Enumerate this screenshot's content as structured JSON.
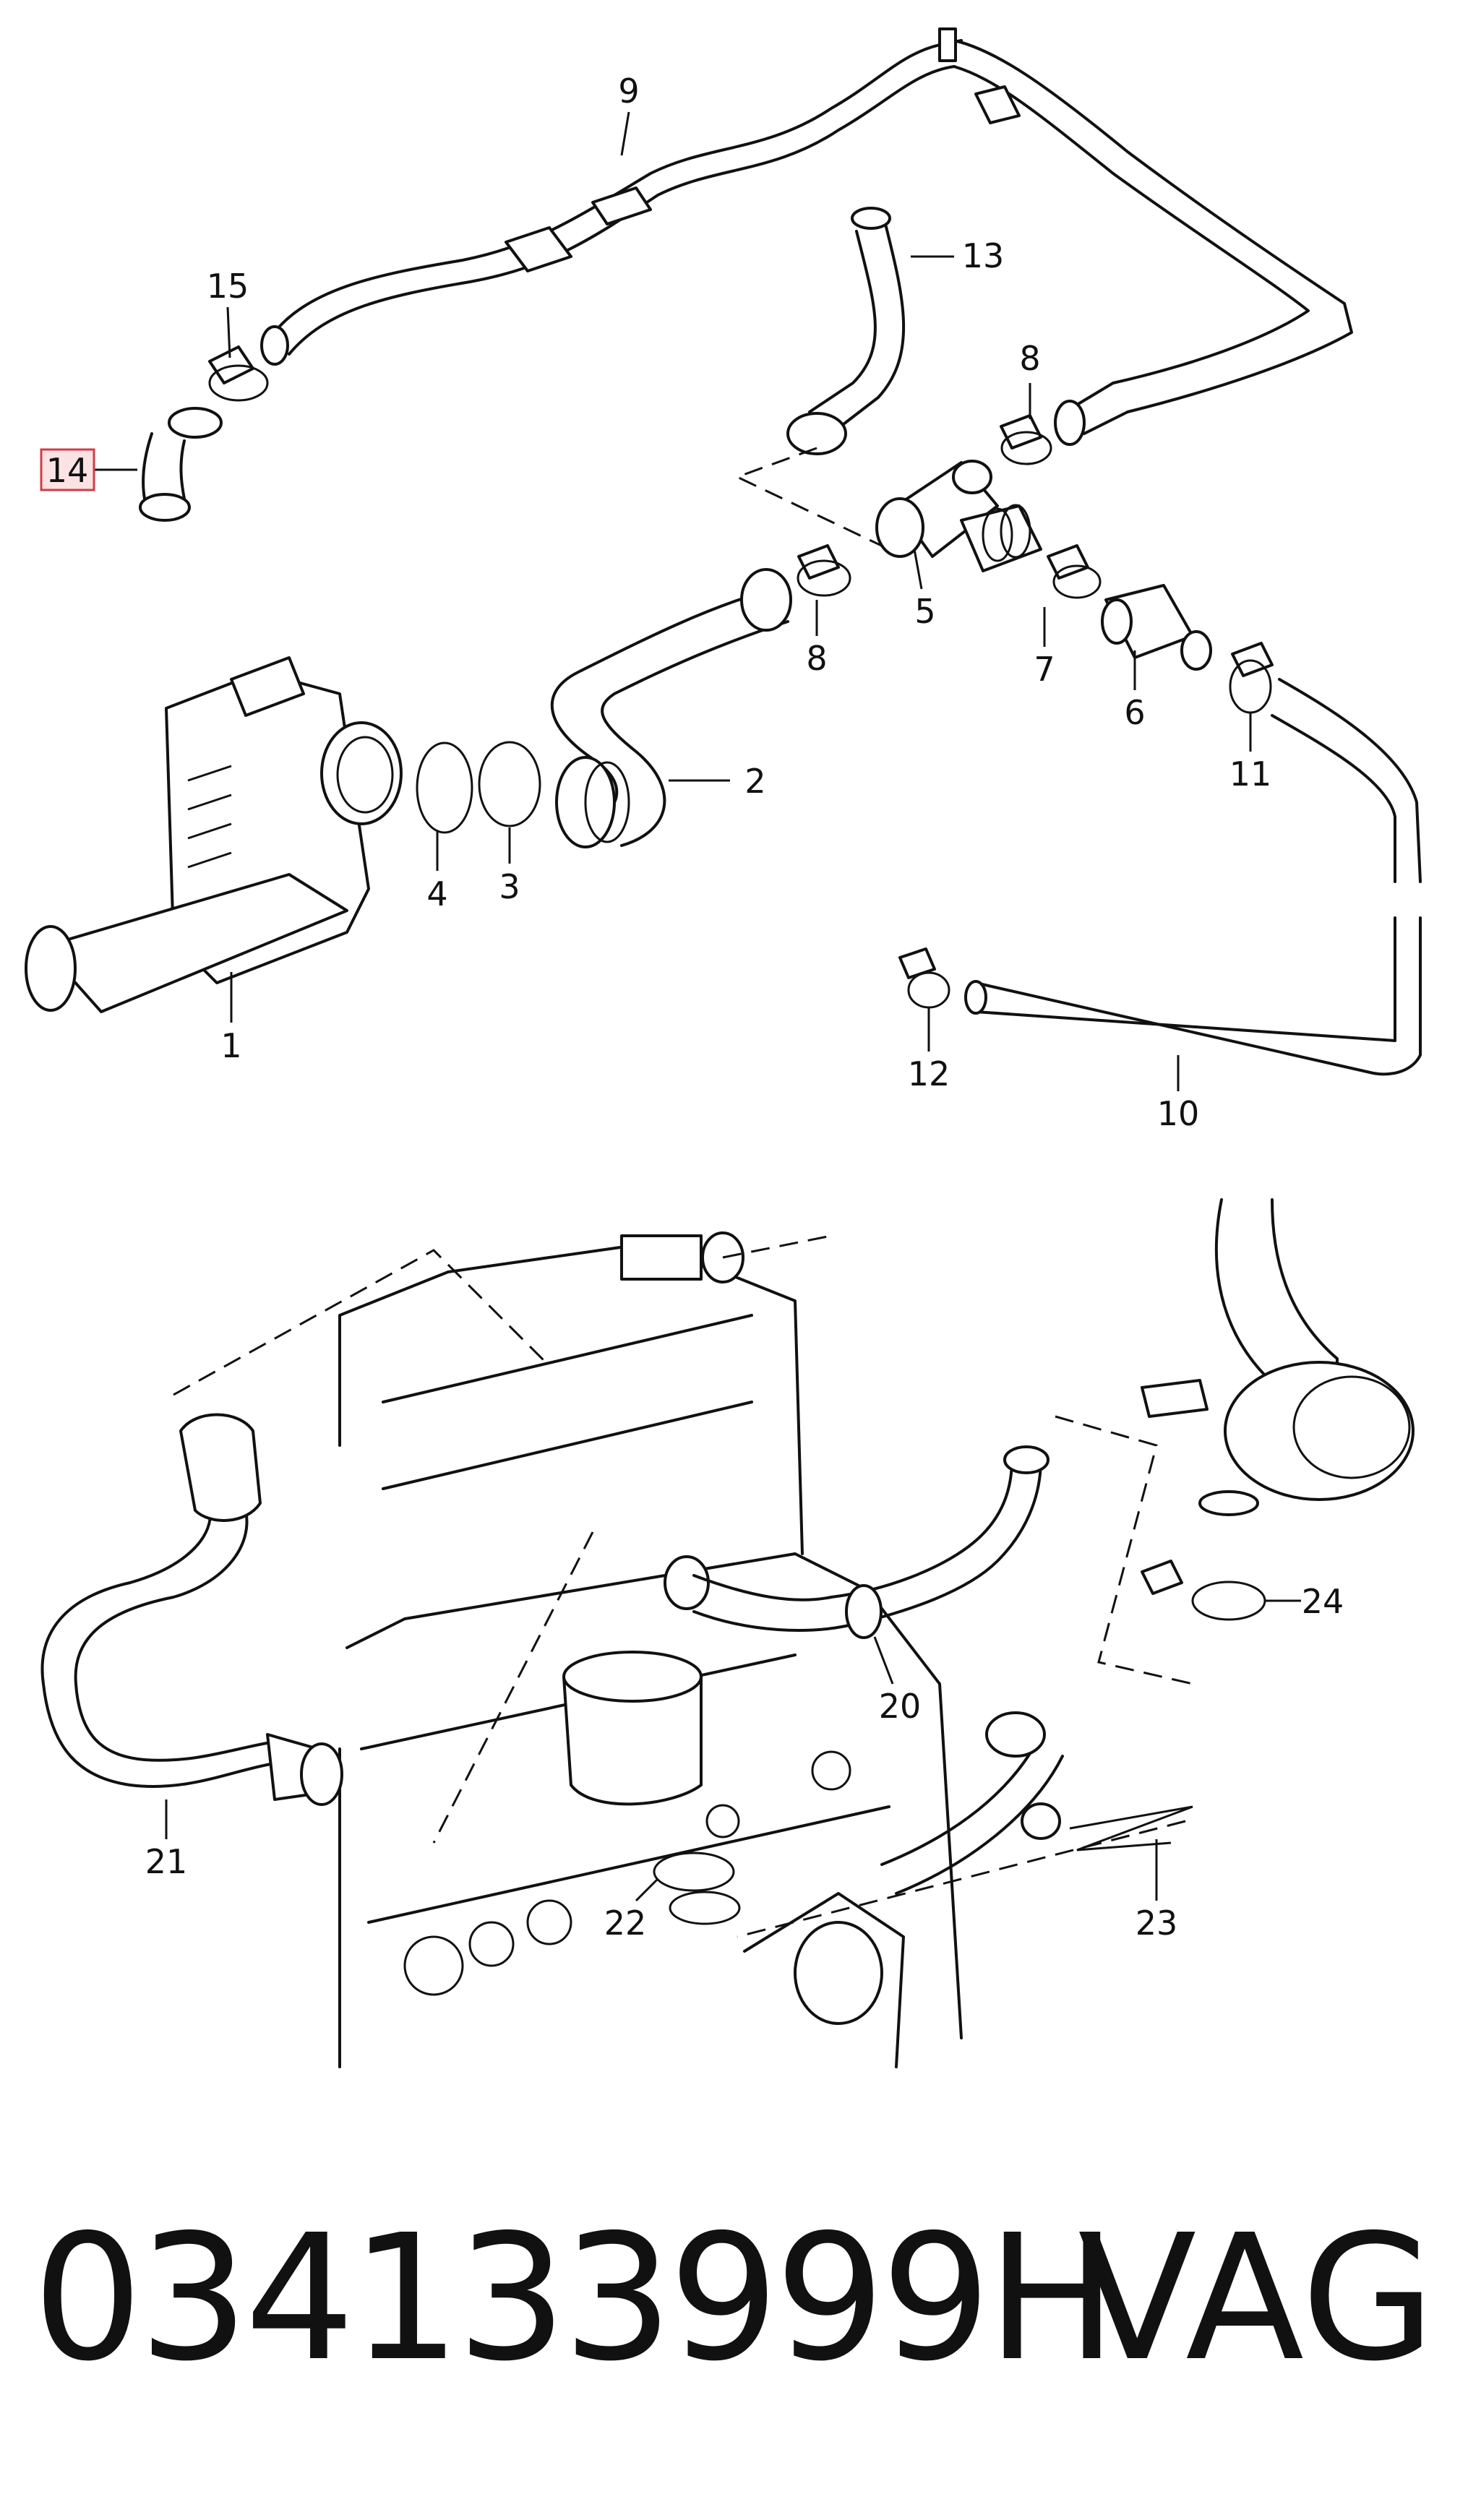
{
  "callouts": {
    "c1": "1",
    "c2": "2",
    "c3": "3",
    "c4": "4",
    "c5": "5",
    "c6": "6",
    "c7": "7",
    "c8a": "8",
    "c8b": "8",
    "c9": "9",
    "c10": "10",
    "c11": "11",
    "c12": "12",
    "c13": "13",
    "c14": "14",
    "c15": "15",
    "c20": "20",
    "c21": "21",
    "c22": "22",
    "c23": "23",
    "c24": "24"
  },
  "highlighted_callout": "14",
  "colors": {
    "highlight_border": "#d23c48",
    "highlight_fill": "#fbe3e4",
    "line": "#111111"
  },
  "footer": {
    "part_number": "034133999H",
    "brand": "VAG"
  }
}
